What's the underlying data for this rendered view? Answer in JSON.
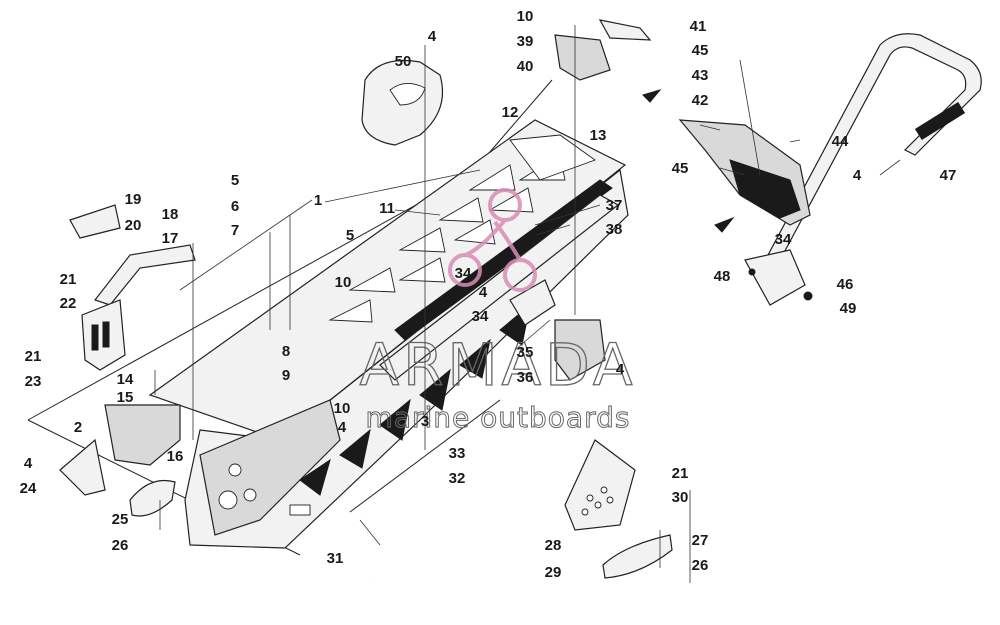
{
  "diagram": {
    "watermark": {
      "brand": "ARMADA",
      "tagline": "marine outboards"
    },
    "callouts": [
      {
        "id": "c1",
        "text": "1"
      },
      {
        "id": "c2",
        "text": "2"
      },
      {
        "id": "c3",
        "text": "3"
      },
      {
        "id": "c4a",
        "text": "4"
      },
      {
        "id": "c4b",
        "text": "4"
      },
      {
        "id": "c4c",
        "text": "4"
      },
      {
        "id": "c4d",
        "text": "4"
      },
      {
        "id": "c4e",
        "text": "4"
      },
      {
        "id": "c4f",
        "text": "4"
      },
      {
        "id": "c5a",
        "text": "5"
      },
      {
        "id": "c5b",
        "text": "5"
      },
      {
        "id": "c6",
        "text": "6"
      },
      {
        "id": "c7",
        "text": "7"
      },
      {
        "id": "c8",
        "text": "8"
      },
      {
        "id": "c9",
        "text": "9"
      },
      {
        "id": "c10a",
        "text": "10"
      },
      {
        "id": "c10b",
        "text": "10"
      },
      {
        "id": "c10c",
        "text": "10"
      },
      {
        "id": "c11",
        "text": "11"
      },
      {
        "id": "c12",
        "text": "12"
      },
      {
        "id": "c13",
        "text": "13"
      },
      {
        "id": "c14",
        "text": "14"
      },
      {
        "id": "c15",
        "text": "15"
      },
      {
        "id": "c16",
        "text": "16"
      },
      {
        "id": "c17",
        "text": "17"
      },
      {
        "id": "c18",
        "text": "18"
      },
      {
        "id": "c19",
        "text": "19"
      },
      {
        "id": "c20",
        "text": "20"
      },
      {
        "id": "c21a",
        "text": "21"
      },
      {
        "id": "c21b",
        "text": "21"
      },
      {
        "id": "c21c",
        "text": "21"
      },
      {
        "id": "c22",
        "text": "22"
      },
      {
        "id": "c23",
        "text": "23"
      },
      {
        "id": "c24",
        "text": "24"
      },
      {
        "id": "c25",
        "text": "25"
      },
      {
        "id": "c26a",
        "text": "26"
      },
      {
        "id": "c26b",
        "text": "26"
      },
      {
        "id": "c27",
        "text": "27"
      },
      {
        "id": "c28",
        "text": "28"
      },
      {
        "id": "c29",
        "text": "29"
      },
      {
        "id": "c30",
        "text": "30"
      },
      {
        "id": "c31",
        "text": "31"
      },
      {
        "id": "c32",
        "text": "32"
      },
      {
        "id": "c33",
        "text": "33"
      },
      {
        "id": "c34a",
        "text": "34"
      },
      {
        "id": "c34b",
        "text": "34"
      },
      {
        "id": "c34c",
        "text": "34"
      },
      {
        "id": "c35",
        "text": "35"
      },
      {
        "id": "c36",
        "text": "36"
      },
      {
        "id": "c37",
        "text": "37"
      },
      {
        "id": "c38",
        "text": "38"
      },
      {
        "id": "c39",
        "text": "39"
      },
      {
        "id": "c40",
        "text": "40"
      },
      {
        "id": "c41",
        "text": "41"
      },
      {
        "id": "c42",
        "text": "42"
      },
      {
        "id": "c43",
        "text": "43"
      },
      {
        "id": "c44",
        "text": "44"
      },
      {
        "id": "c45a",
        "text": "45"
      },
      {
        "id": "c45b",
        "text": "45"
      },
      {
        "id": "c46",
        "text": "46"
      },
      {
        "id": "c47",
        "text": "47"
      },
      {
        "id": "c48",
        "text": "48"
      },
      {
        "id": "c49",
        "text": "49"
      },
      {
        "id": "c50",
        "text": "50"
      }
    ],
    "colors": {
      "line": "#222222",
      "watermark_logo": "#d98bb4",
      "background": "#ffffff"
    }
  }
}
